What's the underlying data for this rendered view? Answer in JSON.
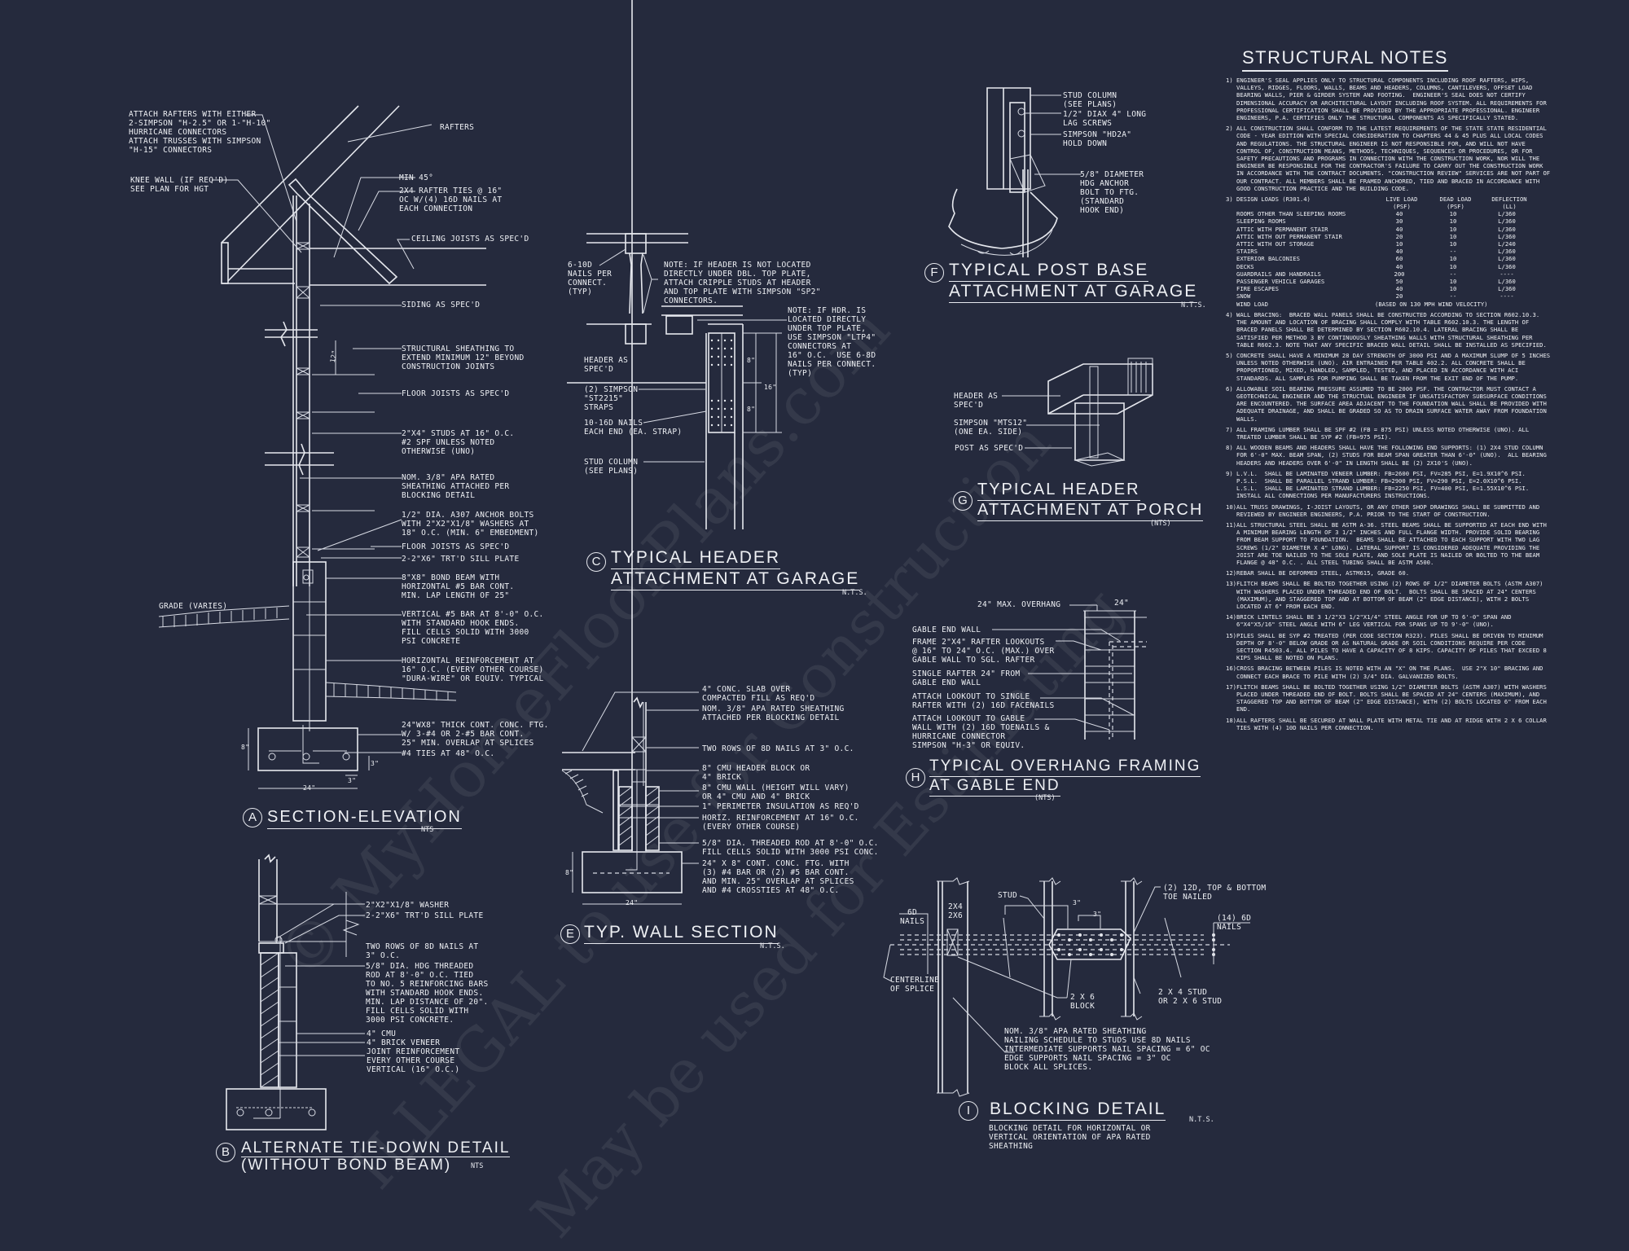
{
  "sheet": {
    "background": "#252a3d",
    "line_color": "#e6e8ee",
    "watermark": {
      "line1": "© MyHomeFloorPlans.com",
      "line2": "ILLEGAL to use for Construction",
      "line3": "May be used for Estimating"
    }
  },
  "details": {
    "A": {
      "marker": "A",
      "title": "SECTION-ELEVATION",
      "scale": "NTS",
      "labels": {
        "rafter_attach": "ATTACH RAFTERS WITH EITHER\n2-SIMPSON \"H-2.5\" OR 1-\"H-10\"\nHURRICANE CONNECTORS\nATTACH TRUSSES WITH SIMPSON\n\"H-15\" CONNECTORS",
        "rafters": "RAFTERS",
        "knee_wall": "KNEE WALL (IF REQ'D)\nSEE PLAN FOR HGT",
        "min45": "MIN 45°",
        "rafter_ties": "2x4 RAFTER TIES @ 16\"\nOC W/(4) 16d NAILS AT\nEACH CONNECTION",
        "ceiling_joists": "CEILING JOISTS AS SPEC'D",
        "siding": "SIDING AS SPEC'D",
        "sheathing_extend": "STRUCTURAL SHEATHING TO\nEXTEND MINIMUM 12\" BEYOND\nCONSTRUCTION JOINTS",
        "dim_12": "12\"",
        "floor_joists_1": "FLOOR JOISTS AS SPEC'D",
        "studs": "2\"x4\" STUDS AT 16\" O.C.\n#2 SPF UNLESS NOTED\nOTHERWISE (UNO)",
        "sheathing": "NOM. 3/8\" APA RATED\nSHEATHING ATTACHED PER\nBLOCKING DETAIL",
        "anchor_bolts": "1/2\" DIA. A307 ANCHOR BOLTS\nWITH 2\"x2\"x1/8\" WASHERS AT\n18\" O.C. (MIN. 6\" EMBEDMENT)",
        "floor_joists_2": "FLOOR JOISTS AS SPEC'D",
        "sill_plate": "2-2\"x6\" TRT'D SILL PLATE",
        "bond_beam": "8\"x8\" BOND BEAM WITH\nHORIZONTAL #5 BAR CONT.\nMIN. LAP LENGTH OF 25\"",
        "grade": "GRADE (VARIES)",
        "vertical_bar": "VERTICAL #5 BAR AT 8'-0\" O.C.\nWITH STANDARD HOOK ENDS.\nFILL CELLS SOLID WITH 3000\nPSI CONCRETE",
        "horiz_reinf": "HORIZONTAL REINFORCEMENT AT\n16\" O.C. (EVERY OTHER COURSE)\n\"DURA-WIRE\" OR EQUIV. TYPICAL",
        "footing": "24\"Wx8\" THICK CONT. CONC. FTG.\nW/ 3-#4 OR 2-#5 BAR CONT.\n25\" MIN. OVERLAP AT SPLICES",
        "ties": "#4 TIES AT 48\" O.C.",
        "dim_8": "8\"",
        "dim_3a": "3\"",
        "dim_3b": "3\"",
        "dim_24": "24\""
      }
    },
    "B": {
      "marker": "B",
      "title_line1": "ALTERNATE TIE-DOWN DETAIL",
      "title_line2": "(WITHOUT BOND BEAM)",
      "scale": "NTS",
      "labels": {
        "washer": "2\"x2\"x1/8\" WASHER",
        "sill_plate": "2-2\"x6\" TRT'D SILL PLATE",
        "nails": "TWO ROWS OF 8d NAILS AT\n3\" O.C.",
        "threaded_rod": "5/8\" DIA. HDG THREADED\nROD AT 8'-0\" O.C. TIED\nTO NO. 5 REINFORCING BARS\nWITH STANDARD HOOK ENDS.\nMIN. LAP DISTANCE OF 20\".\nFILL CELLS SOLID WITH\n3000 PSI CONCRETE.",
        "cmu": "4\" CMU",
        "brick": "4\" BRICK VENEER",
        "joint_reinf": "JOINT REINFORCEMENT\nEVERY OTHER COURSE\nVERTICAL (16\" O.C.)"
      }
    },
    "C": {
      "marker": "C",
      "title_line1": "TYPICAL HEADER",
      "title_line2": "ATTACHMENT AT GARAGE",
      "scale": "N.T.S.",
      "labels": {
        "nails_10d": "6-10d\nNAILS PER\nCONNECT.\n(TYP)",
        "note_cripple": "NOTE: IF HEADER IS NOT LOCATED\nDIRECTLY UNDER DBL. TOP PLATE,\nATTACH CRIPPLE STUDS AT HEADER\nAND TOP PLATE WITH SIMPSON \"SP2\"\nCONNECTORS.",
        "note_ltp4": "NOTE: IF HDR. IS\nLOCATED DIRECTLY\nUNDER TOP PLATE,\nUSE SIMPSON \"LTP4\"\nCONNECTORS AT\n16\" O.C.  USE 6-8d\nNAILS PER CONNECT.\n(TYP)",
        "header": "HEADER AS\nSPEC'D",
        "straps": "(2) SIMPSON\n\"ST2215\"\nSTRAPS",
        "nails_16d": "10-16d NAILS\nEACH END (EA. STRAP)",
        "stud_column": "STUD COLUMN\n(SEE PLANS)",
        "dim_8a": "8\"",
        "dim_8b": "8\"",
        "dim_16": "16\""
      }
    },
    "E": {
      "marker": "E",
      "title": "TYP. WALL SECTION",
      "scale": "N.T.S.",
      "labels": {
        "slab": "4\" CONC. SLAB OVER\nCOMPACTED FILL AS REQ'D",
        "sheathing": "NOM. 3/8\" APA RATED SHEATHING\nATTACHED PER BLOCKING DETAIL",
        "nails": "TWO ROWS OF 8d NAILS AT 3\" O.C.",
        "header_block": "8\" CMU HEADER BLOCK OR\n4\" BRICK",
        "cmu_wall": "8\" CMU WALL (HEIGHT WILL VARY)\nOR 4\" CMU AND 4\" BRICK",
        "insulation": "1\" PERIMETER INSULATION AS REQ'D",
        "horiz_reinf": "HORIZ. REINFORCEMENT AT 16\" O.C.\n(EVERY OTHER COURSE)",
        "rod": "5/8\" DIA. THREADED ROD AT 8'-0\" O.C.\nFILL CELLS SOLID WITH 3000 PSI CONC.",
        "footing": "24\" x 8\" CONT. CONC. FTG. WITH\n(3) #4 BAR OR (2) #5 BAR CONT.\nAND MIN. 25\" OVERLAP AT SPLICES\nAND #4 CROSSTIES AT 48\" O.C.",
        "dim_8": "8\"",
        "dim_24": "24\""
      }
    },
    "F": {
      "marker": "F",
      "title_line1": "TYPICAL POST BASE",
      "title_line2": "ATTACHMENT AT GARAGE",
      "scale": "N.T.S.",
      "labels": {
        "stud_column": "STUD COLUMN\n(SEE PLANS)",
        "lag_screws": "1/2\" DIAx 4\" LONG\nLAG SCREWS",
        "hold_down": "SIMPSON \"HD2A\"\nHOLD DOWN",
        "anchor_bolt": "5/8\" DIAMETER\nHDG ANCHOR\nBOLT TO FTG.\n(STANDARD\nHOOK END)"
      }
    },
    "G": {
      "marker": "G",
      "title_line1": "TYPICAL HEADER",
      "title_line2": "ATTACHMENT AT PORCH",
      "scale": "(NTS)",
      "labels": {
        "header": "HEADER AS\nSPEC'D",
        "strap": "SIMPSON \"MTS12\"\n(ONE EA. SIDE)",
        "post": "POST AS SPEC'D"
      }
    },
    "H": {
      "marker": "H",
      "title_line1": "TYPICAL OVERHANG FRAMING",
      "title_line2": "AT GABLE END",
      "scale": "(NTS)",
      "labels": {
        "max_overhang": "24\" MAX. OVERHANG",
        "dim_24": "24\"",
        "gable_wall": "GABLE END WALL",
        "lookouts": "FRAME 2\"x4\" RAFTER LOOKOUTS\n@ 16\" TO 24\" O.C. (MAX.) OVER\nGABLE WALL TO SGL. RAFTER",
        "single_rafter": "SINGLE RAFTER 24\" FROM\nGABLE END WALL",
        "attach_rafter": "ATTACH LOOKOUT TO SINGLE\nRAFTER WITH (2) 16d FACENAILS",
        "attach_wall": "ATTACH LOOKOUT TO GABLE\nWALL WITH (2) 16d TOENAILS &\nHURRICANE CONNECTOR\nSIMPSON \"H-3\" OR EQUIV."
      }
    },
    "I": {
      "marker": "I",
      "title": "BLOCKING DETAIL",
      "scale": "N.T.S.",
      "description": "BLOCKING DETAIL FOR HORIZONTAL OR\nVERTICAL ORIENTATION OF APA RATED\nSHEATHING",
      "labels": {
        "nails_6d": "6d\nNAILS",
        "size": "2X4\n2X6",
        "stud": "STUD",
        "dim_3a": "3\"",
        "dim_3b": "3\"",
        "toe_nailed": "(2) 12d, TOP & BOTTOM\nTOE NAILED",
        "nails_14": "(14) 6d\nNAILS",
        "centerline": "CENTERLINE\nOF SPLICE",
        "block": "2 X 6\nBLOCK",
        "stud_size": "2 X 4 STUD\nOR 2 X 6 STUD",
        "schedule": "NOM. 3/8\" APA RATED SHEATHING\nNAILING SCHEDULE TO STUDS USE 8d NAILS\nINTERMEDIATE SUPPORTS NAIL SPACING = 6\" OC\nEDGE SUPPORTS NAIL SPACING = 3\" OC\nBLOCK ALL SPLICES."
      }
    }
  },
  "structural_notes": {
    "title": "STRUCTURAL NOTES",
    "notes": [
      {
        "n": "1)",
        "text": "ENGINEER'S SEAL APPLIES ONLY TO STRUCTURAL COMPONENTS INCLUDING ROOF RAFTERS, HIPS, VALLEYS, RIDGES, FLOORS, WALLS, BEAMS AND HEADERS, COLUMNS, CANTILEVERS, OFFSET LOAD BEARING WALLS, PIER & GIRDER SYSTEM AND FOOTING.  ENGINEER'S SEAL DOES NOT CERTIFY DIMENSIONAL ACCURACY OR ARCHITECTURAL LAYOUT INCLUDING ROOF SYSTEM. ALL REQUIREMENTS FOR PROFESSIONAL CERTIFICATION SHALL BE PROVIDED BY THE APPROPRIATE PROFESSIONAL. ENGINEER ENGINEERS, P.A. CERTIFIES ONLY THE STRUCTURAL COMPONENTS AS SPECIFICALLY STATED."
      },
      {
        "n": "2)",
        "text": "ALL CONSTRUCTION SHALL CONFORM TO THE LATEST REQUIREMENTS OF THE STATE STATE RESIDENTIAL CODE - YEAR EDITION WITH SPECIAL CONSIDERATION TO CHAPTERS 44 & 45 PLUS ALL LOCAL CODES AND REGULATIONS. THE STRUCTURAL ENGINEER IS NOT RESPONSIBLE FOR, AND WILL NOT HAVE CONTROL OF, CONSTRUCTION MEANS, METHODS, TECHNIQUES, SEQUENCES OR PROCEDURES, OR FOR SAFETY PRECAUTIONS AND PROGRAMS IN CONNECTION WITH THE CONSTRUCTION WORK, NOR WILL THE ENGINEER BE RESPONSIBLE FOR THE CONTRACTOR'S FAILURE TO CARRY OUT THE CONSTRUCTION WORK IN ACCORDANCE WITH THE CONTRACT DOCUMENTS. \"CONSTRUCTION REVIEW\" SERVICES ARE NOT PART OF OUR CONTRACT. ALL MEMBERS SHALL BE FRAMED ANCHORED, TIED AND BRACED IN ACCORDANCE WITH GOOD CONSTRUCTION PRACTICE AND THE BUILDING CODE."
      },
      {
        "n": "3)",
        "text": "DESIGN LOADS (R301.4)"
      },
      {
        "n": "4)",
        "text": "WALL BRACING:  BRACED WALL PANELS SHALL BE CONSTRUCTED ACCORDING TO SECTION R602.10.3. THE AMOUNT AND LOCATION OF BRACING SHALL COMPLY WITH TABLE R602.10.3. THE LENGTH OF BRACED PANELS SHALL BE DETERMINED BY SECTION R602.10.4. LATERAL BRACING SHALL BE SATISFIED PER METHOD 3 BY CONTINUOUSLY SHEATHING WALLS WITH STRUCTURAL SHEATHING PER TABLE R602.3. NOTE THAT ANY SPECIFIC BRACED WALL DETAIL SHALL BE INSTALLED AS SPECIFIED."
      },
      {
        "n": "5)",
        "text": "CONCRETE SHALL HAVE A MINIMUM 28 DAY STRENGTH OF 3000 PSI AND A MAXIMUM SLUMP OF 5 INCHES UNLESS NOTED OTHERWISE (UNO). AIR ENTRAINED PER TABLE 402.2. ALL CONCRETE SHALL BE PROPORTIONED, MIXED, HANDLED, SAMPLED, TESTED, AND PLACED IN ACCORDANCE WITH ACI STANDARDS. ALL SAMPLES FOR PUMPING SHALL BE TAKEN FROM THE EXIT END OF THE PUMP."
      },
      {
        "n": "6)",
        "text": "ALLOWABLE SOIL BEARING PRESSURE ASSUMED TO BE 2000 PSF. THE CONTRACTOR MUST CONTACT A GEOTECHNICAL ENGINEER AND THE STRUCTUAL ENGINEER IF UNSATISFACTORY SUBSURFACE CONDITIONS ARE ENCOUNTERED. THE SURFACE AREA ADJACENT TO THE FOUNDATION WALL SHALL BE PROVIDED WITH ADEQUATE DRAINAGE, AND SHALL BE GRADED SO AS TO DRAIN SURFACE WATER AWAY FROM FOUNDATION WALLS."
      },
      {
        "n": "7)",
        "text": "ALL FRAMING LUMBER SHALL BE SPF #2 (Fb = 875 PSI) UNLESS NOTED OTHERWISE (UNO). ALL TREATED LUMBER SHALL BE SYP #2 (Fb=975 PSI)."
      },
      {
        "n": "8)",
        "text": "ALL WOODEN BEAMS AND HEADERS SHALL HAVE THE FOLLOWING END SUPPORTS: (1) 2x4 STUD COLUMN FOR 6'-0\" MAX. BEAM SPAN, (2) STUDS FOR BEAM SPAN GREATER THAN 6'-0\" (UNO).  ALL BEARING HEADERS AND HEADERS OVER 6'-0\" IN LENGTH SHALL BE (2) 2x10's (UNO)."
      },
      {
        "n": "9)",
        "text": "L.V.L.  SHALL BE LAMINATED VENEER LUMBER: Fb=2600 PSI, Fv=285 PSI, E=1.9x10^6 PSI.\nP.S.L.  SHALL BE PARALLEL STRAND LUMBER: Fb=2900 PSI, Fv=290 PSI, E=2.0x10^6 PSI.\nL.S.L.  SHALL BE LAMINATED STRAND LUMBER: Fb=2250 PSI, Fv=400 PSI, E=1.55x10^6 PSI.\nINSTALL ALL CONNECTIONS PER MANUFACTURERS INSTRUCTIONS."
      },
      {
        "n": "10)",
        "text": "ALL TRUSS DRAWINGS, I-JOIST LAYOUTS, OR ANY OTHER SHOP DRAWINGS SHALL BE SUBMITTED AND REVIEWED BY ENGINEER ENGINEERS, P.A. PRIOR TO THE START OF CONSTRUCTION."
      },
      {
        "n": "11)",
        "text": "ALL STRUCTURAL STEEL SHALL BE ASTM A-36. STEEL BEAMS SHALL BE SUPPORTED AT EACH END WITH A MINIMUM BEARING LENGTH OF 3 1/2\" INCHES AND FULL FLANGE WIDTH. PROVIDE SOLID BEARING FROM BEAM SUPPORT TO FOUNDATION.  BEAMS SHALL BE ATTACHED TO EACH SUPPORT WITH TWO LAG SCREWS (1/2\" DIAMETER x 4\" LONG). LATERAL SUPPORT IS CONSIDERED ADEQUATE PROVIDING THE JOIST ARE TOE NAILED TO THE SOLE PLATE, AND SOLE PLATE IS NAILED OR BOLTED TO THE BEAM FLANGE @ 48\" O.C. . ALL STEEL TUBING SHALL BE ASTM A500."
      },
      {
        "n": "12)",
        "text": "REBAR SHALL BE DEFORMED STEEL, ASTM615, GRADE 60."
      },
      {
        "n": "13)",
        "text": "FLITCH BEAMS SHALL BE BOLTED TOGETHER USING (2) ROWS OF 1/2\" DIAMETER BOLTS (ASTM A307) WITH WASHERS PLACED UNDER THREADED END OF BOLT.  BOLTS SHALL BE SPACED AT 24\" CENTERS (MAXIMUM), AND STAGGERED TOP AND AT BOTTOM OF BEAM (2\" EDGE DISTANCE), WITH 2 BOLTS LOCATED AT 6\" FROM EACH END."
      },
      {
        "n": "14)",
        "text": "BRICK LINTELS SHALL BE 3 1/2\"x3 1/2\"x1/4\" STEEL ANGLE FOR UP TO 6'-0\" SPAN AND 6\"x4\"x5/16\" STEEL ANGLE WITH 6\" LEG VERTICAL FOR SPANS UP TO 9'-0\" (UNO)."
      },
      {
        "n": "15)",
        "text": "PILES SHALL BE SYP #2 TREATED (PER CODE SECTION R323). PILES SHALL BE DRIVEN TO MINIMUM DEPTH OF 8'-0\" BELOW GRADE OR AS NATURAL GRADE OR SOIL CONDITIONS REQUIRE PER CODE SECTION R4503.4. ALL PILES TO HAVE A CAPACITY OF 8 KIPS. CAPACITY OF PILES THAT EXCEED 8 KIPS SHALL BE NOTED ON PLANS."
      },
      {
        "n": "16)",
        "text": "CROSS BRACING BETWEEN PILES IS NOTED WITH AN \"X\" ON THE PLANS.  USE 2\"x 10\" BRACING AND CONNECT EACH BRACE TO PILE WITH (2) 3/4\" DIA. GALVANIZED BOLTS."
      },
      {
        "n": "17)",
        "text": "FLITCH BEAMS SHALL BE BOLTED TOGETHER USING 1/2\" DIAMETER BOLTS (ASTM A307) WITH WASHERS PLACED UNDER THREADED END OF BOLT. BOLTS SHALL BE SPACED AT 24\" CENTERS (MAXIMUM), AND STAGGERED TOP AND BOTTOM OF BEAM (2\" EDGE DISTANCE), WITH (2) BOLTS LOCATED 6\" FROM EACH END."
      },
      {
        "n": "18)",
        "text": "ALL RAFTERS SHALL BE SECURED AT WALL PLATE WITH METAL TIE AND AT RIDGE WITH 2 X 6 COLLAR TIES WITH (4) 10D NAILS PER CONNECTION."
      }
    ],
    "design_loads": {
      "headers": [
        "",
        "LIVE LOAD\n(PSF)",
        "DEAD LOAD\n(PSF)",
        "DEFLECTION\n(LL)"
      ],
      "rows": [
        [
          "ROOMS OTHER THAN SLEEPING ROOMS",
          "40",
          "10",
          "L/360"
        ],
        [
          "SLEEPING ROOMS",
          "30",
          "10",
          "L/360"
        ],
        [
          "ATTIC WITH PERMANENT STAIR",
          "40",
          "10",
          "L/360"
        ],
        [
          "ATTIC WITH OUT PERMANENT STAIR",
          "20",
          "10",
          "L/360"
        ],
        [
          "ATTIC WITH OUT STORAGE",
          "10",
          "10",
          "L/240"
        ],
        [
          "STAIRS",
          "40",
          "--",
          "L/360"
        ],
        [
          "EXTERIOR BALCONIES",
          "60",
          "10",
          "L/360"
        ],
        [
          "DECKS",
          "40",
          "10",
          "L/360"
        ],
        [
          "GUARDRAILS AND HANDRAILS",
          "200",
          "--",
          "----"
        ],
        [
          "PASSENGER VEHICLE GARAGES",
          "50",
          "10",
          "L/360"
        ],
        [
          "FIRE ESCAPES",
          "40",
          "10",
          "L/360"
        ],
        [
          "SNOW",
          "20",
          "--",
          "----"
        ]
      ],
      "wind": [
        "WIND LOAD",
        "(BASED ON 130 MPH WIND VELOCITY)"
      ]
    }
  }
}
